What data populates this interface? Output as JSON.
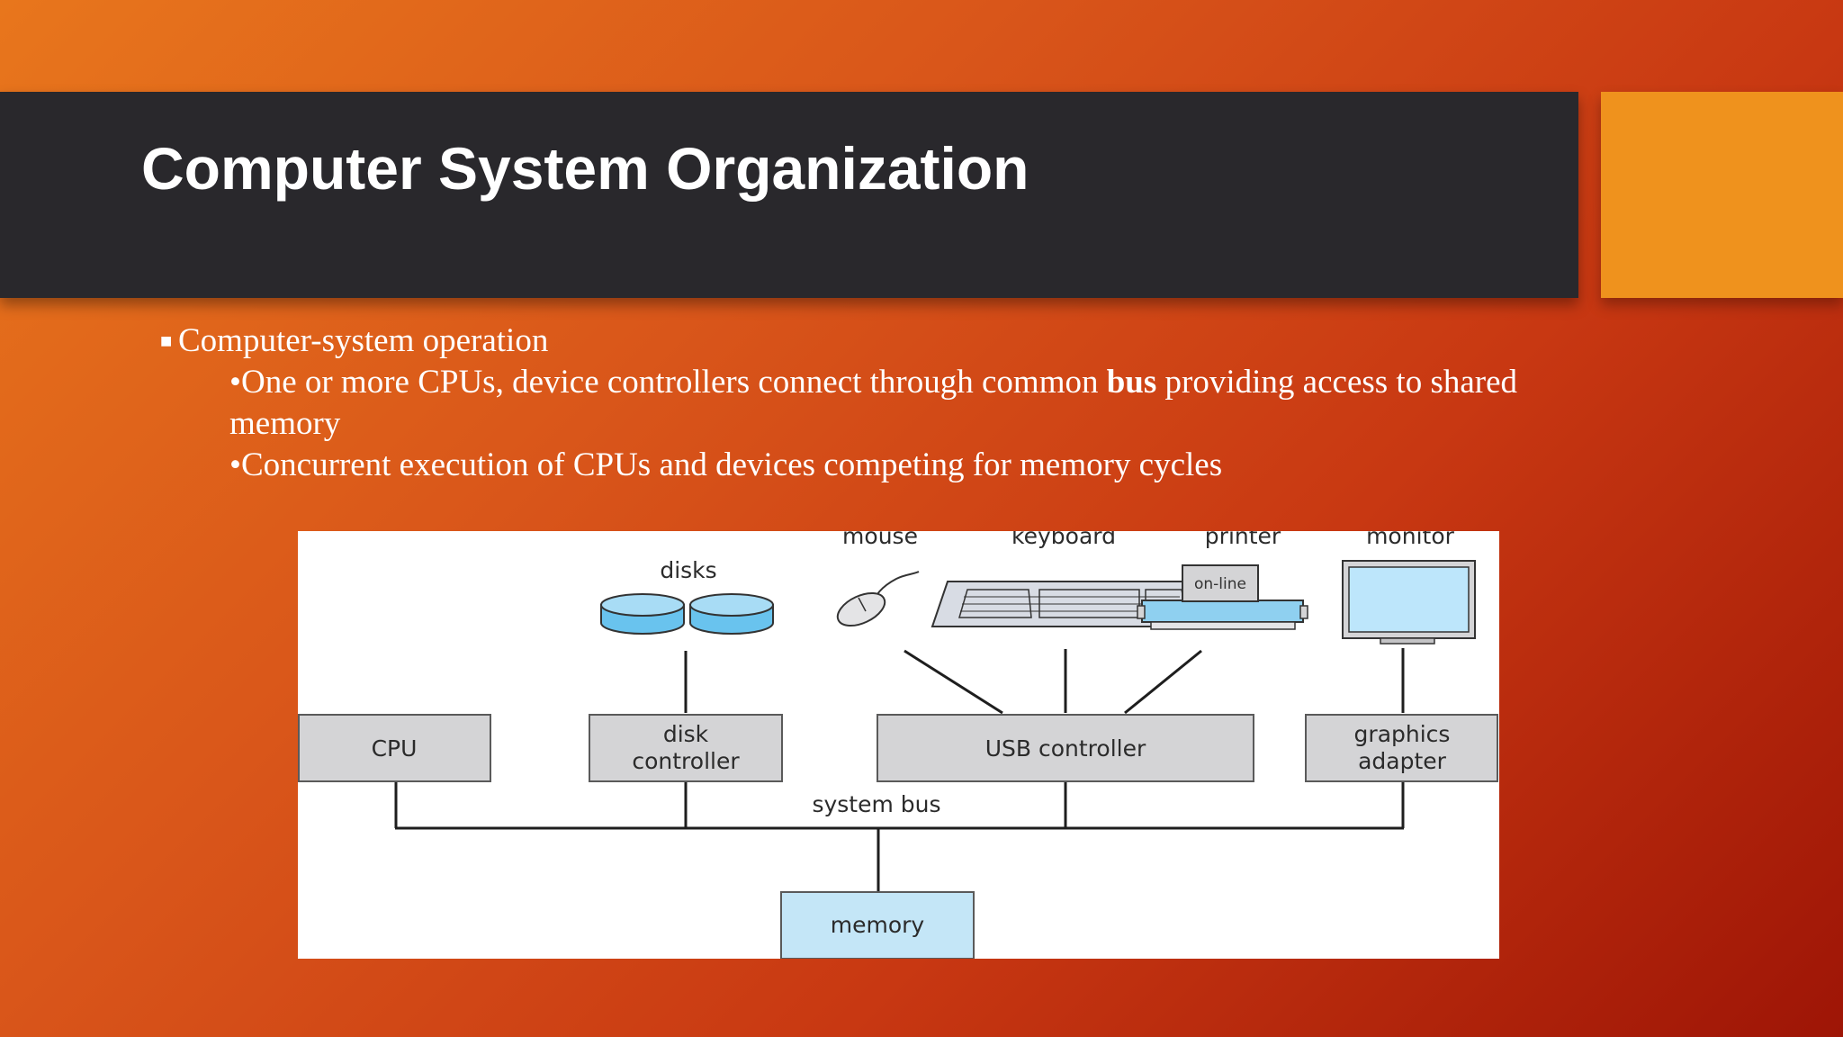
{
  "slide": {
    "title": "Computer System Organization",
    "bullets": {
      "level1": "Computer-system operation",
      "item1_before": "One or more CPUs, device controllers connect through common ",
      "item1_bold": "bus",
      "item1_after": " providing access to shared memory",
      "item2": "Concurrent execution of CPUs and devices competing for memory cycles"
    }
  },
  "diagram": {
    "devices": {
      "mouse": "mouse",
      "keyboard": "keyboard",
      "printer": "printer",
      "printer_panel": "on-line",
      "monitor": "monitor",
      "disks": "disks"
    },
    "boxes": {
      "cpu": "CPU",
      "disk_controller_line1": "disk",
      "disk_controller_line2": "controller",
      "usb_controller": "USB controller",
      "graphics_adapter_line1": "graphics",
      "graphics_adapter_line2": "adapter",
      "memory": "memory"
    },
    "bus_label": "system bus"
  },
  "colors": {
    "title_bar": "#29282c",
    "accent": "#ef921d",
    "box_fill": "#d4d4d6",
    "memory_fill": "#c4e6f7",
    "disk_fill": "#69c3ee"
  }
}
